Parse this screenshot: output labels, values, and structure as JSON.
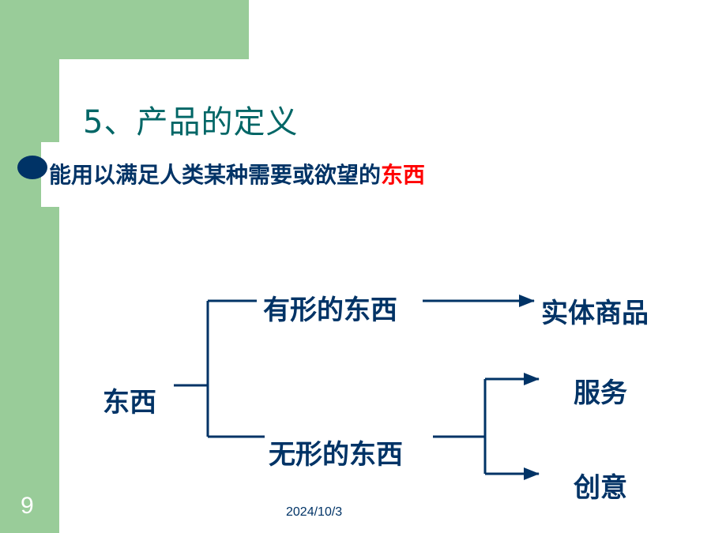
{
  "slide": {
    "title": "5、产品的定义",
    "definition_main": "能用以满足人类某种需要或欲望的",
    "definition_highlight": "东西",
    "page_number": "9",
    "date": "2024/10/3"
  },
  "diagram": {
    "root": "东西",
    "tangible": "有形的东西",
    "intangible": "无形的东西",
    "tangible_result": "实体商品",
    "intangible_result_1": "服务",
    "intangible_result_2": "创意"
  },
  "colors": {
    "green": "#99cc99",
    "navy": "#003366",
    "teal": "#006666",
    "red": "#ff0000"
  }
}
